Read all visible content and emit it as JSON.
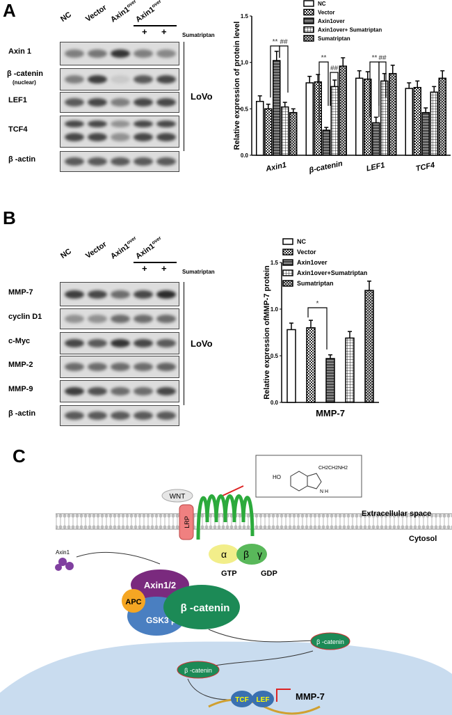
{
  "panels": {
    "a": "A",
    "b": "B",
    "c": "C"
  },
  "lanes": [
    "NC",
    "Vector",
    "Axin1",
    "Axin1"
  ],
  "lane_sup": "over",
  "plus": "+",
  "sumatriptan": "Sumatriptan",
  "cell_line": "LoVo",
  "blot_a": {
    "rows": [
      "Axin 1",
      "β -catenin",
      "LEF1",
      "TCF4",
      "β -actin"
    ],
    "sub": "(nuclear)",
    "intensity": [
      [
        0.5,
        0.55,
        0.9,
        0.5,
        0.45
      ],
      [
        0.5,
        0.85,
        0.1,
        0.7,
        0.8
      ],
      [
        0.7,
        0.8,
        0.5,
        0.8,
        0.8
      ],
      [
        0.8,
        0.8,
        0.4,
        0.8,
        0.8
      ],
      [
        0.7,
        0.7,
        0.7,
        0.7,
        0.7
      ]
    ]
  },
  "blot_b": {
    "rows": [
      "MMP-7",
      "cyclin D1",
      "c-Myc",
      "MMP-2",
      "MMP-9",
      "β -actin"
    ],
    "intensity": [
      [
        0.85,
        0.8,
        0.6,
        0.8,
        0.95
      ],
      [
        0.4,
        0.4,
        0.6,
        0.6,
        0.6
      ],
      [
        0.8,
        0.7,
        0.9,
        0.8,
        0.7
      ],
      [
        0.6,
        0.6,
        0.6,
        0.6,
        0.65
      ],
      [
        0.85,
        0.75,
        0.6,
        0.6,
        0.8
      ],
      [
        0.7,
        0.7,
        0.7,
        0.7,
        0.7
      ]
    ]
  },
  "chart_data": [
    {
      "type": "bar",
      "ylabel": "Relative expression of protein level",
      "ylim": [
        0,
        1.5
      ],
      "yticks": [
        "0.0",
        "0.5",
        "1.0",
        "1.5"
      ],
      "categories": [
        "Axin1",
        "β-catenin",
        "LEF1",
        "TCF4"
      ],
      "legend": [
        "NC",
        "Vector",
        "Axin1over",
        "Axin1over+ Sumatriptan",
        "Sumatriptan"
      ],
      "legend_position": "top",
      "series": [
        {
          "name": "NC",
          "values": [
            0.58,
            0.78,
            0.83,
            0.72
          ],
          "errors": [
            0.06,
            0.07,
            0.08,
            0.06
          ]
        },
        {
          "name": "Vector",
          "values": [
            0.5,
            0.79,
            0.82,
            0.73
          ],
          "errors": [
            0.05,
            0.08,
            0.08,
            0.07
          ]
        },
        {
          "name": "Axin1over",
          "values": [
            1.02,
            0.27,
            0.35,
            0.46
          ],
          "errors": [
            0.1,
            0.03,
            0.06,
            0.05
          ]
        },
        {
          "name": "Axin1over+Sumatriptan",
          "values": [
            0.52,
            0.74,
            0.8,
            0.68
          ],
          "errors": [
            0.05,
            0.07,
            0.08,
            0.06
          ]
        },
        {
          "name": "Sumatriptan",
          "values": [
            0.46,
            0.96,
            0.88,
            0.83
          ],
          "errors": [
            0.04,
            0.09,
            0.09,
            0.08
          ]
        }
      ],
      "annotations": [
        "**",
        "##",
        "**",
        "##",
        "**",
        "##"
      ]
    },
    {
      "type": "bar",
      "ylabel": "Relative expression ofMMP-7 protein",
      "ylim": [
        0,
        1.5
      ],
      "yticks": [
        "0.0",
        "0.5",
        "1.0",
        "1.5"
      ],
      "categories": [
        "MMP-7"
      ],
      "legend": [
        "NC",
        "Vector",
        "Axin1over",
        "Axin1over+Sumatriptan",
        "Sumatriptan"
      ],
      "legend_position": "top-left",
      "series": [
        {
          "name": "NC",
          "values": [
            0.78
          ],
          "errors": [
            0.07
          ]
        },
        {
          "name": "Vector",
          "values": [
            0.8
          ],
          "errors": [
            0.08
          ]
        },
        {
          "name": "Axin1over",
          "values": [
            0.47
          ],
          "errors": [
            0.04
          ]
        },
        {
          "name": "Axin1over+Sumatriptan",
          "values": [
            0.69
          ],
          "errors": [
            0.07
          ]
        },
        {
          "name": "Sumatriptan",
          "values": [
            1.2
          ],
          "errors": [
            0.1
          ]
        }
      ],
      "annotations": [
        "*"
      ]
    }
  ],
  "pathway": {
    "wnt": "WNT",
    "extracellular": "Extracellular space",
    "cytosol": "Cytosol",
    "lrp": "LRP",
    "alpha": "α",
    "beta": "β",
    "gamma": "γ",
    "gtp": "GTP",
    "gdp": "GDP",
    "axin1": "Axin1",
    "axin12": "Axin1/2",
    "apc": "APC",
    "gsk": "GSK3 β",
    "bcat": "β -catenin",
    "tcf": "TCF",
    "lef": "LEF",
    "mmp7": "MMP-7",
    "ho": "HO",
    "chain": "CH2CH2NH2",
    "nh": "N H"
  }
}
